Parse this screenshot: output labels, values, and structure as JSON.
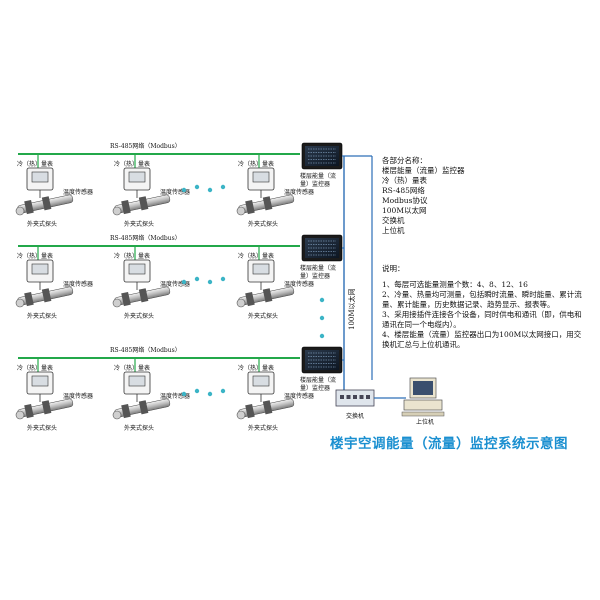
{
  "colors": {
    "green_bus": "#23a84a",
    "title_blue": "#1a8fd0",
    "dot_cyan": "#3bb4c6",
    "ethernet_blue": "#2d6fb7"
  },
  "floors": [
    {
      "bus_label": "RS-485网络（Modbus）",
      "monitor_label": "楼层能量（流\n量）监控器",
      "meter_label": "冷（热）量表",
      "temp_sensor_label": "温度传感器",
      "probe_label": "外夹式探头"
    },
    {
      "bus_label": "RS-485网络（Modbus）",
      "monitor_label": "楼层能量（流\n量）监控器",
      "meter_label": "冷（热）量表",
      "temp_sensor_label": "温度传感器",
      "probe_label": "外夹式探头"
    },
    {
      "bus_label": "RS-485网络（Modbus）",
      "monitor_label": "楼层能量（流\n量）监控器",
      "meter_label": "冷（热）量表",
      "temp_sensor_label": "温度传感器",
      "probe_label": "外夹式探头"
    }
  ],
  "ethernet_label": "100M以太网",
  "switch_label": "交换机",
  "host_label": "上位机",
  "legend": {
    "heading": "各部分名称：",
    "items": [
      "楼层能量（流量）监控器",
      "冷（热）量表",
      "RS-485网络",
      "Modbus协议",
      "100M以太网",
      "交换机",
      "上位机"
    ]
  },
  "notes": {
    "heading": "说明：",
    "items": [
      "1、每层可选能量测量个数：4、8、12、16",
      "2、冷量、热量均可测量，包括瞬时流量、瞬时能量、累计流量、累计能量，历史数据记录、趋势显示、报表等。",
      "3、采用接插件连接各个设备，同时供电和通讯（即，供电和通讯在同一个电缆内）。",
      "4、楼层能量（流量）监控器出口为100M以太网接口，用交换机汇总与上位机通讯。"
    ]
  },
  "title": "楼宇空调能量（流量）监控系统示意图"
}
